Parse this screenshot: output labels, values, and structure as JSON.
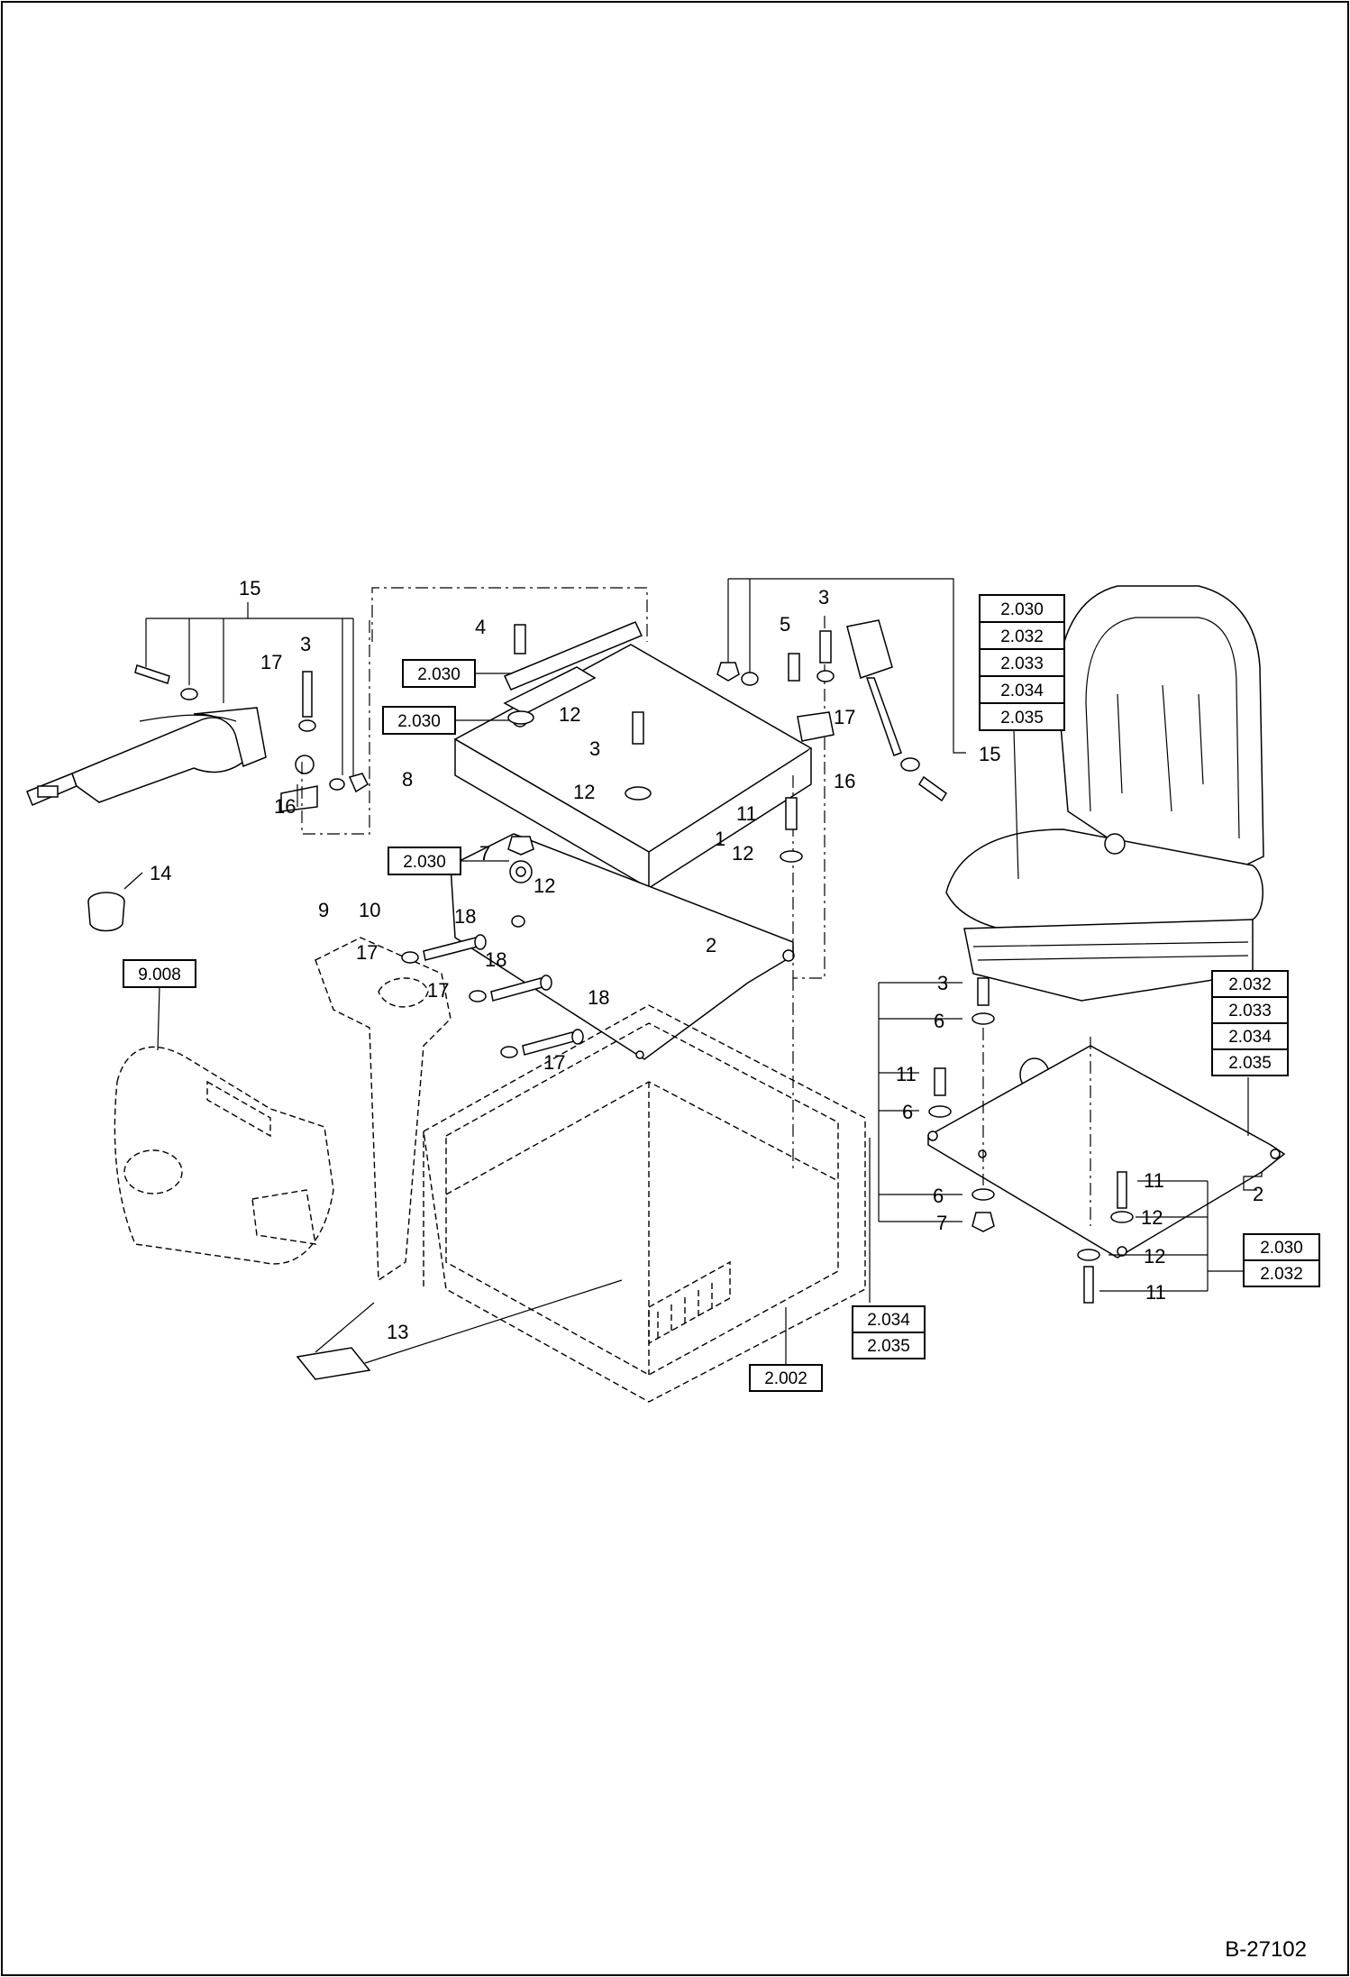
{
  "drawing": {
    "sheet_number": "B-27102",
    "callouts": [
      "1",
      "2",
      "3",
      "4",
      "5",
      "6",
      "7",
      "8",
      "9",
      "10",
      "11",
      "12",
      "13",
      "14",
      "15",
      "16",
      "17",
      "18"
    ],
    "reference_boxes": {
      "a_2030": "2.030",
      "b_2030": "2.030",
      "c_2030": "2.030",
      "seat_stack": [
        "2.030",
        "2.032",
        "2.033",
        "2.034",
        "2.035"
      ],
      "plate_stack": [
        "2.032",
        "2.033",
        "2.034",
        "2.035"
      ],
      "right_stack": [
        "2.030",
        "2.032"
      ],
      "mid_stack": [
        "2.034",
        "2.035"
      ],
      "d_2002": "2.002",
      "e_9008": "9.008"
    }
  }
}
